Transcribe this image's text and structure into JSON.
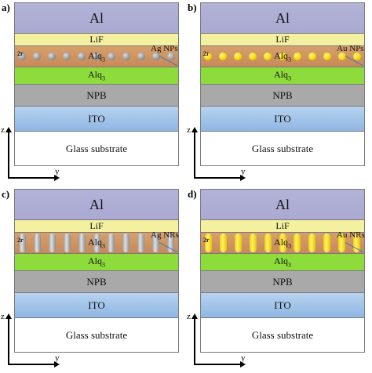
{
  "panels": [
    {
      "label": "a)",
      "callout": "Ag NPs",
      "particle": "sphere",
      "metal": "ag"
    },
    {
      "label": "b)",
      "callout": "Au NPs",
      "particle": "sphere",
      "metal": "au"
    },
    {
      "label": "c)",
      "callout": "Ag NRs",
      "particle": "rod",
      "metal": "ag"
    },
    {
      "label": "d)",
      "callout": "Au NRs",
      "particle": "rod",
      "metal": "au"
    }
  ],
  "layers": {
    "al": "Al",
    "lif": "LiF",
    "alq_base": "Alq",
    "alq_sub": "3",
    "npb": "NPB",
    "ito": "ITO",
    "glass": "Glass substrate"
  },
  "radius_label": "2r",
  "axes": {
    "z": "z",
    "y": "y"
  },
  "colors": {
    "al": "#b3b3d8",
    "lif": "#f3f1a0",
    "alq_doped": "#d6a06c",
    "alq": "#8edc3c",
    "npb": "#a9a9a9",
    "ito": "#8fb6e2",
    "silver": "#9b9b9b",
    "gold": "#f2d600",
    "callout_line": "#3a78c0"
  }
}
